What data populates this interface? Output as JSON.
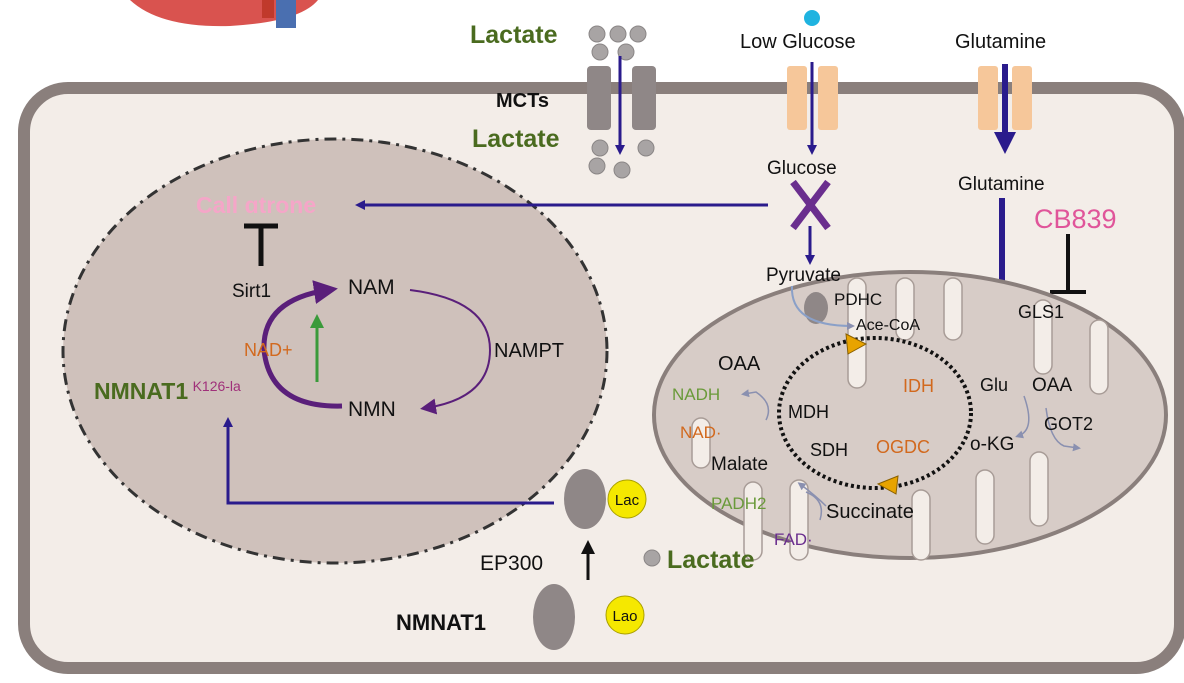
{
  "labels": {
    "lactate_outside": "Lactate",
    "mcts": "MCTs",
    "lactate_inside": "Lactate",
    "low_glucose": "Low Glucose",
    "glutamine_outside": "Glutamine",
    "glucose": "Glucose",
    "glutamine_inside": "Glutamine",
    "cb839": "CB839",
    "gls1": "GLS1",
    "cell_cutline": "Call ɑtrone",
    "sirt1": "Sirt1",
    "nam": "NAM",
    "nampt": "NAMPT",
    "nad_plus": "NAD+",
    "nmn": "NMN",
    "nmnat1_main": "NMNAT1",
    "nmnat1_sup": "K126-la",
    "pyruvate": "Pyruvate",
    "pdhc": "PDHC",
    "ace_coa": "Ace-CoA",
    "oaa_left": "OAA",
    "nadh": "NADH",
    "nad_dot": "NAD·",
    "mdh": "MDH",
    "idh": "IDH",
    "sdh": "SDH",
    "ogdc": "OGDC",
    "malate": "Malate",
    "padh2": "PADH2",
    "succinate": "Succinate",
    "fad": "FAD·",
    "glu": "Glu",
    "oaa_right": "OAA",
    "got2": "GOT2",
    "okg": "o-KG",
    "ep300": "EP300",
    "lactate_bottom": "Lactate",
    "nmnat1_bottom": "NMNAT1",
    "lac_top": "Lac",
    "lac_bottom": "Lao"
  },
  "colors": {
    "membrane": "#8a7f7c",
    "cytoplasm": "#f3ede8",
    "nucleus": "#cfc1bb",
    "mito": "#d7ccc7",
    "arrow_blue": "#2a1b8c",
    "purple": "#5a1f7a",
    "green_text": "#4a6b1f",
    "orange_text": "#d2691e",
    "pink_text": "#e0559a",
    "yellow_lac": "#f5e800",
    "glucose_dot": "#1fb3e0"
  }
}
